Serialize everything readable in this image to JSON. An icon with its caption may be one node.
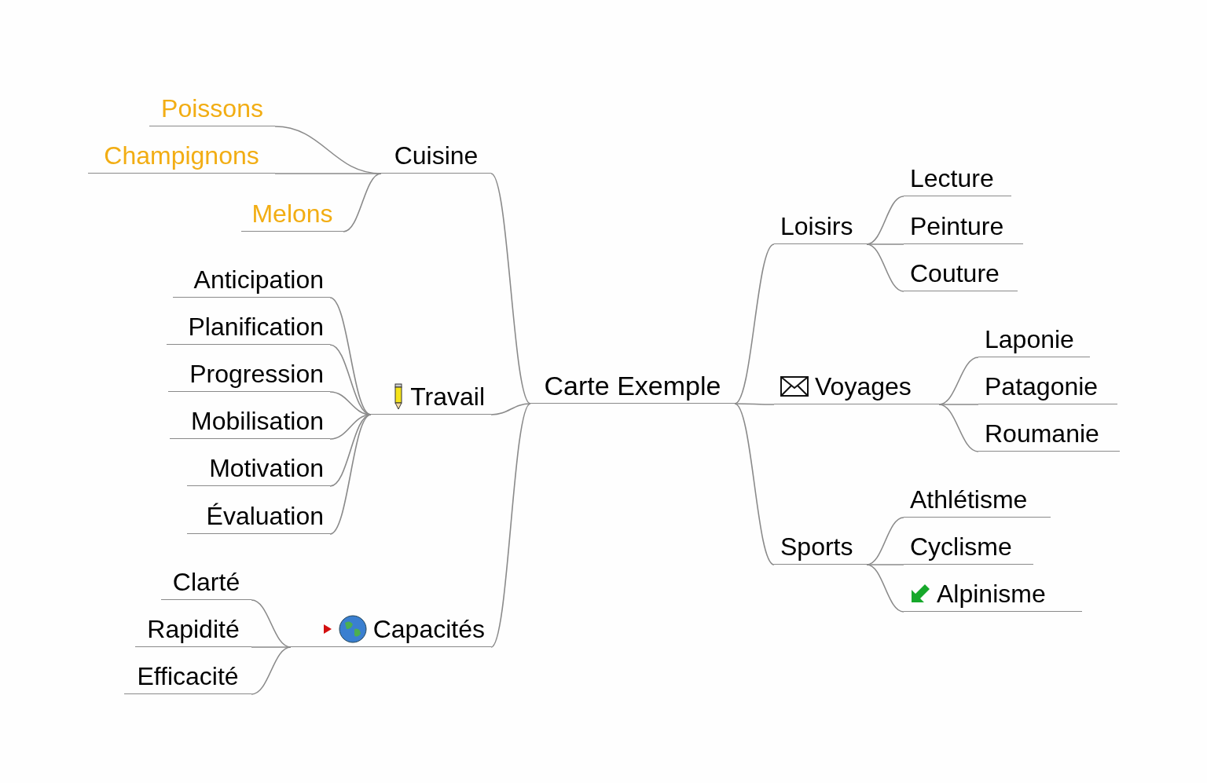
{
  "diagram": {
    "nodes": [
      {
        "text": [
          "Carte Exemple"
        ]
      },
      {
        "text": [
          "Cuisine"
        ]
      },
      {
        "text": [
          "Poissons"
        ]
      },
      {
        "text": [
          "Champignons"
        ]
      },
      {
        "text": [
          "Melons"
        ]
      },
      {
        "text": [
          "Travail"
        ]
      },
      {
        "text": [
          "Anticipation"
        ]
      },
      {
        "text": [
          "Planification"
        ]
      },
      {
        "text": [
          "Progression"
        ]
      },
      {
        "text": [
          "Mobilisation"
        ]
      },
      {
        "text": [
          "Motivation"
        ]
      },
      {
        "text": [
          "Évaluation"
        ]
      },
      {
        "text": [
          "Capacités"
        ]
      },
      {
        "text": [
          "Clarté"
        ]
      },
      {
        "text": [
          "Rapidité"
        ]
      },
      {
        "text": [
          "Efficacité"
        ]
      },
      {
        "text": [
          "Loisirs"
        ]
      },
      {
        "text": [
          "Lecture"
        ]
      },
      {
        "text": [
          "Peinture"
        ]
      },
      {
        "text": [
          "Couture"
        ]
      },
      {
        "text": [
          "Voyages"
        ]
      },
      {
        "text": [
          "Laponie"
        ]
      },
      {
        "text": [
          "Patagonie"
        ]
      },
      {
        "text": [
          "Roumanie"
        ]
      },
      {
        "text": [
          "Sports"
        ]
      },
      {
        "text": [
          "Athlétisme"
        ]
      },
      {
        "text": [
          "Cyclisme"
        ]
      },
      {
        "text": [
          "Alpinisme"
        ]
      }
    ],
    "edges": [
      {
        "from": 0,
        "to": 1,
        "arrow": "none"
      },
      {
        "from": 1,
        "to": 2,
        "arrow": "none"
      },
      {
        "from": 1,
        "to": 3,
        "arrow": "none"
      },
      {
        "from": 1,
        "to": 4,
        "arrow": "none"
      },
      {
        "from": 0,
        "to": 5,
        "arrow": "none"
      },
      {
        "from": 5,
        "to": 6,
        "arrow": "none"
      },
      {
        "from": 5,
        "to": 7,
        "arrow": "none"
      },
      {
        "from": 5,
        "to": 8,
        "arrow": "none"
      },
      {
        "from": 5,
        "to": 9,
        "arrow": "none"
      },
      {
        "from": 5,
        "to": 10,
        "arrow": "none"
      },
      {
        "from": 5,
        "to": 11,
        "arrow": "none"
      },
      {
        "from": 0,
        "to": 12,
        "arrow": "none"
      },
      {
        "from": 12,
        "to": 13,
        "arrow": "none"
      },
      {
        "from": 12,
        "to": 14,
        "arrow": "none"
      },
      {
        "from": 12,
        "to": 15,
        "arrow": "none"
      },
      {
        "from": 0,
        "to": 16,
        "arrow": "none"
      },
      {
        "from": 16,
        "to": 17,
        "arrow": "none"
      },
      {
        "from": 16,
        "to": 18,
        "arrow": "none"
      },
      {
        "from": 16,
        "to": 19,
        "arrow": "none"
      },
      {
        "from": 0,
        "to": 20,
        "arrow": "none"
      },
      {
        "from": 20,
        "to": 21,
        "arrow": "none"
      },
      {
        "from": 20,
        "to": 22,
        "arrow": "none"
      },
      {
        "from": 20,
        "to": 23,
        "arrow": "none"
      },
      {
        "from": 0,
        "to": 24,
        "arrow": "none"
      },
      {
        "from": 24,
        "to": 25,
        "arrow": "none"
      },
      {
        "from": 24,
        "to": 26,
        "arrow": "none"
      },
      {
        "from": 24,
        "to": 27,
        "arrow": "none"
      }
    ]
  }
}
